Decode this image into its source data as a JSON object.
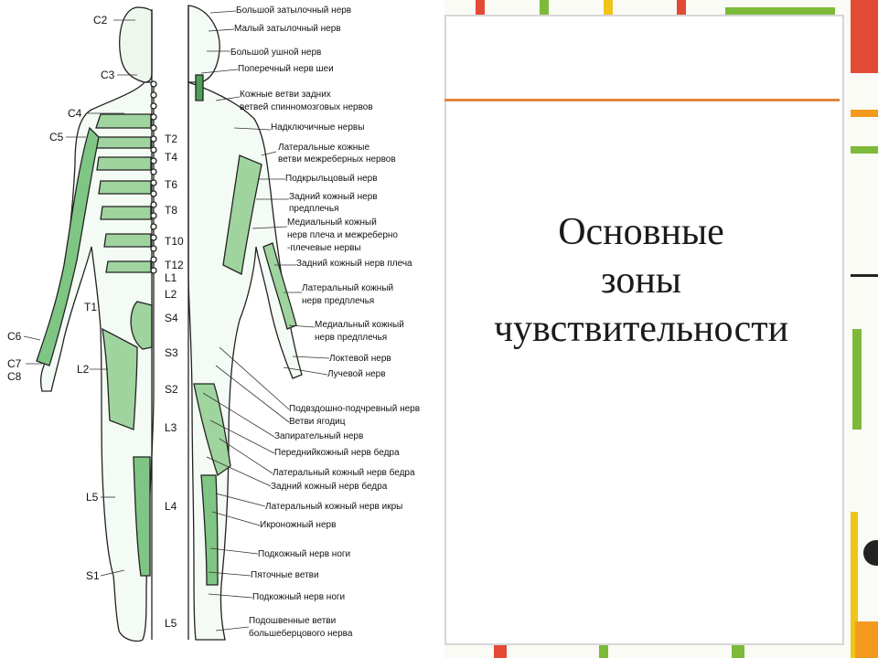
{
  "slide": {
    "title_lines": [
      "Основные",
      "зоны",
      "чувствительности"
    ],
    "colors": {
      "zone_green": "#9fd49f",
      "zone_green_dark": "#4e9f55",
      "accent_rule": "#e5823d",
      "bg_red": "#e34a36",
      "bg_green": "#7dba3a",
      "bg_yellow": "#f0c419",
      "bg_orange": "#f39a1e"
    }
  },
  "segments_left": [
    "C2",
    "C3",
    "C4",
    "C5",
    "C6",
    "C7",
    "C8",
    "T1",
    "L2",
    "L5",
    "S1",
    "L5"
  ],
  "segments_center": [
    "T2",
    "T4",
    "T6",
    "T8",
    "T10",
    "T12",
    "L1",
    "L2",
    "S4",
    "S3",
    "S2",
    "L3",
    "L4"
  ],
  "nerves": [
    "Большой затылочный нерв",
    "Малый затылочный нерв",
    "Большой ушной нерв",
    "Поперечный нерв шеи",
    "Кожные ветви задних",
    "ветвей спинномозговых нервов",
    "Надключичные нервы",
    "Латеральные кожные",
    "ветви межреберных нервов",
    "Подкрыльцовый нерв",
    "Задний кожный нерв",
    "предплечья",
    "Медиальный кожный",
    "нерв плеча и межреберно",
    "-плечевые нервы",
    "Задний кожный нерв плеча",
    "Латеральный кожный",
    "нерв предплечья",
    "Медиальный кожный",
    "нерв предплечья",
    "Локтевой нерв",
    "Лучевой нерв",
    "Подвздошно-подчревный нерв",
    "Ветви ягодиц",
    "Запирательный нерв",
    "Переднийкожный нерв бедра",
    "Латеральный кожный нерв бедра",
    "Задний кожный нерв бедра",
    "Латеральный кожный нерв икры",
    "Икроножный нерв",
    "Подкожный нерв ноги",
    "Пяточные ветви",
    "Подкожный нерв ноги",
    "Подошвенные ветви",
    "большеберцового нерва"
  ]
}
